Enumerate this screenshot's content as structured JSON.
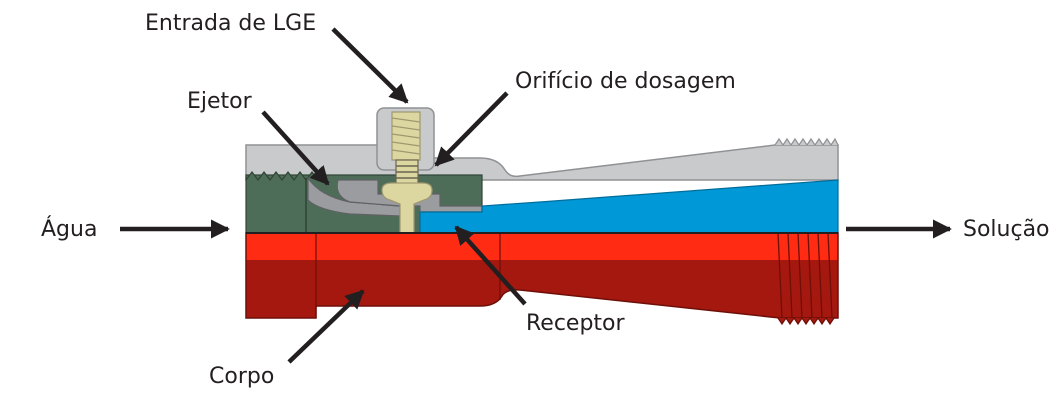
{
  "labels": {
    "lge_inlet": "Entrada de LGE",
    "metering_orifice": "Orifício de dosagem",
    "ejector": "Ejetor",
    "water": "Água",
    "solution": "Solução",
    "receiver": "Receptor",
    "body": "Corpo"
  },
  "colors": {
    "upper_housing": "#c9cacc",
    "upper_edge": "#8f9194",
    "water_section": "#4e6d58",
    "solution_section": "#0098d6",
    "body_light": "#ff2b12",
    "body_dark": "#a4180f",
    "ejector_metal": "#9a9c9f",
    "lge_fitting": "#dcd7a0",
    "arrow": "#231f20"
  }
}
